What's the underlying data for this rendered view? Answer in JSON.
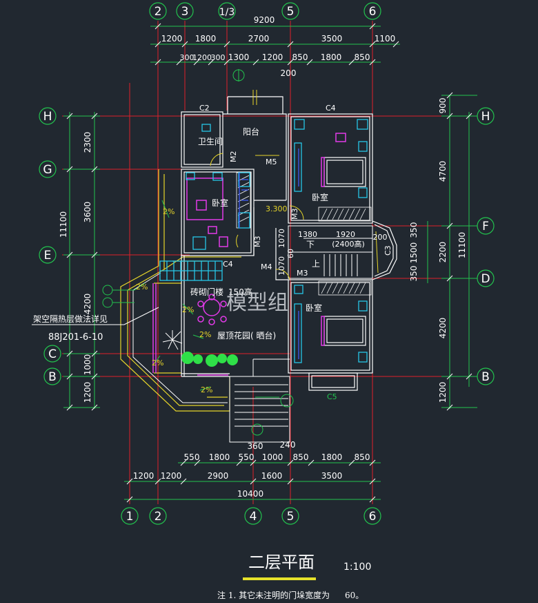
{
  "drawing": {
    "title": "二层平面",
    "scale": "1:100",
    "note": "注 1. 其它未注明的门垛宽度为",
    "note_value": "60。",
    "watermark": "模型组",
    "reference_label": "架空隔热层做法详见",
    "reference_code": "88J201-6-10"
  },
  "grid_axes": {
    "top": [
      "2",
      "3",
      "1/3",
      "5",
      "6"
    ],
    "bottom": [
      "1",
      "2",
      "4",
      "5",
      "6"
    ],
    "left": [
      "H",
      "G",
      "E",
      "C",
      "B"
    ],
    "right": [
      "H",
      "F",
      "D",
      "B"
    ]
  },
  "dimensions": {
    "top_total": "9200",
    "top_row1": [
      "1200",
      "1800",
      "2700",
      "3500",
      "1100"
    ],
    "top_row2": [
      "300",
      "1200",
      "300",
      "1300",
      "1200",
      "850",
      "1800",
      "850"
    ],
    "top_mid": "200",
    "bottom_row1": [
      "550",
      "1800",
      "550",
      "1000",
      "850",
      "1800",
      "850"
    ],
    "bottom_extra": [
      "360",
      "240"
    ],
    "bottom_row2": [
      "1200",
      "1200",
      "2900",
      "1600",
      "3500"
    ],
    "bottom_total": "10400",
    "left_total": "11100",
    "left_segments": [
      "2300",
      "3600",
      "4200",
      "1000",
      "1200"
    ],
    "right_total": "11100",
    "right_segments": [
      "900",
      "4700",
      "2200",
      "4200",
      "1200"
    ],
    "right_inner": [
      "350",
      "1500",
      "350"
    ],
    "inner": [
      "1380",
      "1920",
      "(2400高)",
      "200",
      "1070",
      "60",
      "1070"
    ]
  },
  "rooms": {
    "bathroom": "卫生间",
    "balcony": "阳台",
    "bedroom_left": "卧室",
    "bedroom_right_top": "卧室",
    "bedroom_right_bottom": "卧室",
    "roof_garden": "屋顶花园( 晒台)",
    "stair_down": "下",
    "stair_up": "上",
    "pergola": "砖砌门楼",
    "pergola_height": "150高"
  },
  "tags": {
    "c2": "C2",
    "c4_top": "C4",
    "c4_mid": "C4",
    "c3": "C3",
    "c5": "C5",
    "m2": "M2",
    "m5": "M5",
    "m3a": "M3",
    "m3b": "M3",
    "m3c": "M3",
    "m4": "M4",
    "elev": "3.300",
    "slope": "2%"
  }
}
